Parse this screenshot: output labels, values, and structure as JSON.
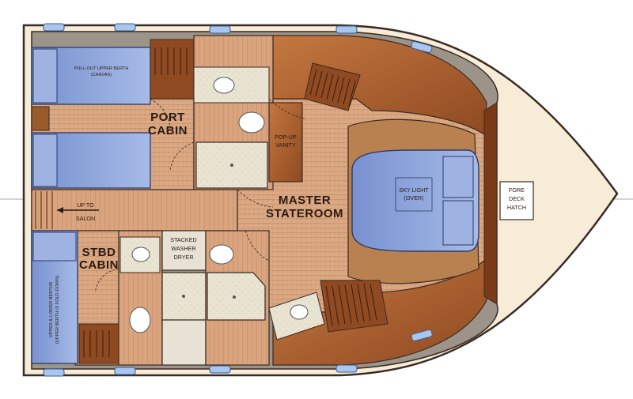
{
  "labels": {
    "port_cabin": [
      "PORT",
      "CABIN"
    ],
    "stbd_cabin": [
      "STBD",
      "CABIN"
    ],
    "master_stateroom": [
      "MASTER",
      "STATEROOM"
    ],
    "up_to_salon": [
      "UP TO",
      "SALON"
    ],
    "pop_up_vanity": [
      "POP-UP",
      "VANITY"
    ],
    "sky_light": [
      "SKY LIGHT",
      "(OVER)"
    ],
    "fore_deck_hatch": [
      "FORE",
      "DECK",
      "HATCH"
    ],
    "stacked_washer_dryer": [
      "STACKED",
      "WASHER",
      "DRYER"
    ],
    "pull_out_berth": [
      "PULL-OUT UPPER BERTH",
      "(CANVAS)"
    ],
    "upper_lower_berths": [
      "UPPER & LOWER BERTHS",
      "(UPPER BERTH IS FOLD-DOWN)"
    ]
  },
  "colors": {
    "hull": "#f6ecd8",
    "wood_floor": "#d9a47e",
    "wood_dark": "#a75c2e",
    "berth_blue": "#8aa3d8",
    "porthole": "#a8c6ee",
    "wall": "#3a2a22"
  }
}
